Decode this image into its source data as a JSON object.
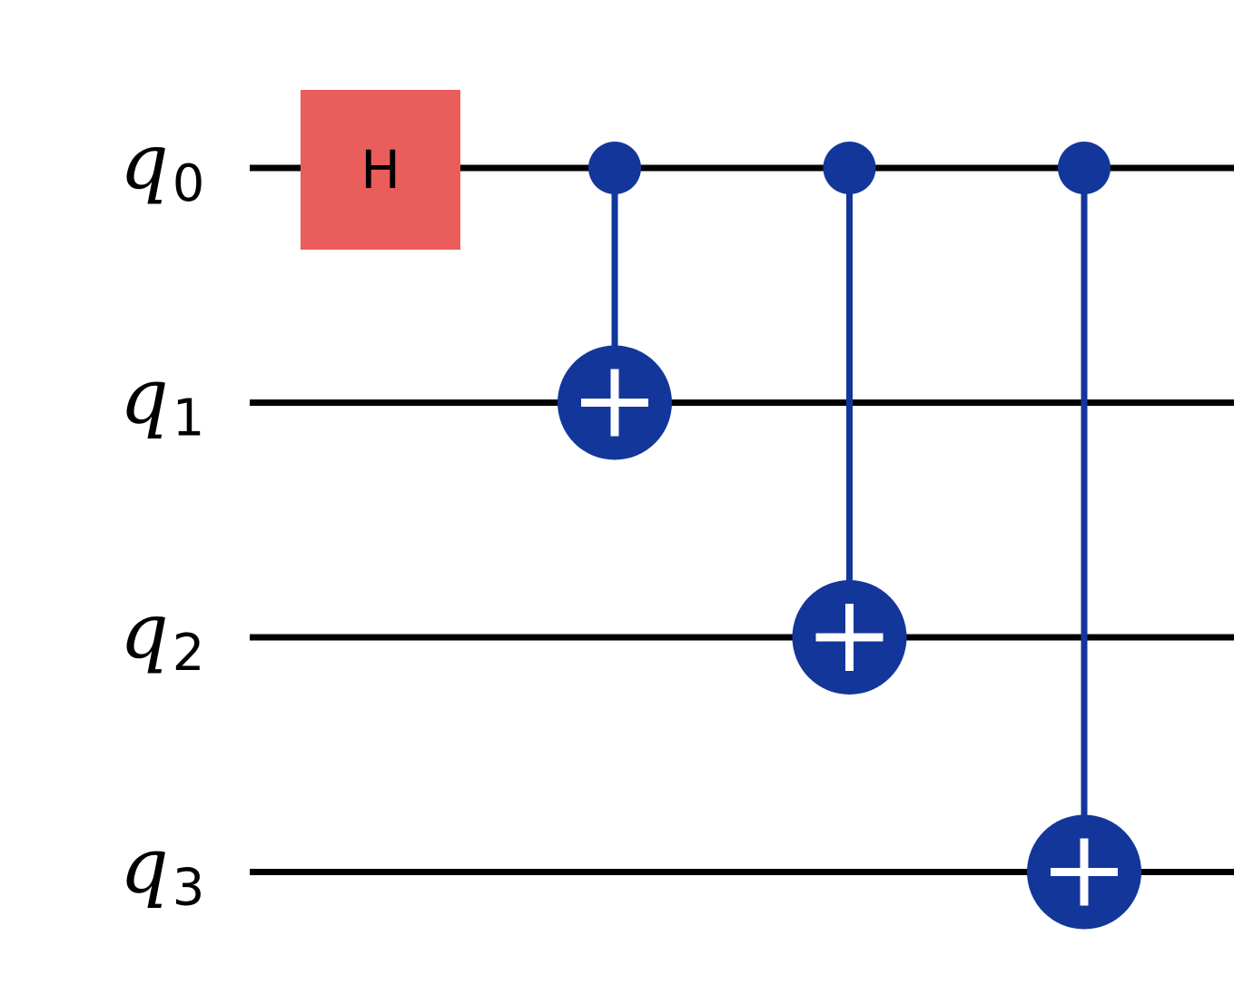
{
  "colors": {
    "wire": "#000000",
    "h_gate": "#e95d5a",
    "cnot": "#13369a",
    "cnot_symbol": "#ffffff",
    "background": "#ffffff"
  },
  "circuit": {
    "qubits": [
      {
        "symbol": "q",
        "index": "0"
      },
      {
        "symbol": "q",
        "index": "1"
      },
      {
        "symbol": "q",
        "index": "2"
      },
      {
        "symbol": "q",
        "index": "3"
      }
    ],
    "gates": [
      {
        "type": "H",
        "label": "H",
        "target": 0,
        "step": 0
      },
      {
        "type": "CNOT",
        "control": 0,
        "target": 1,
        "step": 1
      },
      {
        "type": "CNOT",
        "control": 0,
        "target": 2,
        "step": 2
      },
      {
        "type": "CNOT",
        "control": 0,
        "target": 3,
        "step": 3
      }
    ]
  }
}
